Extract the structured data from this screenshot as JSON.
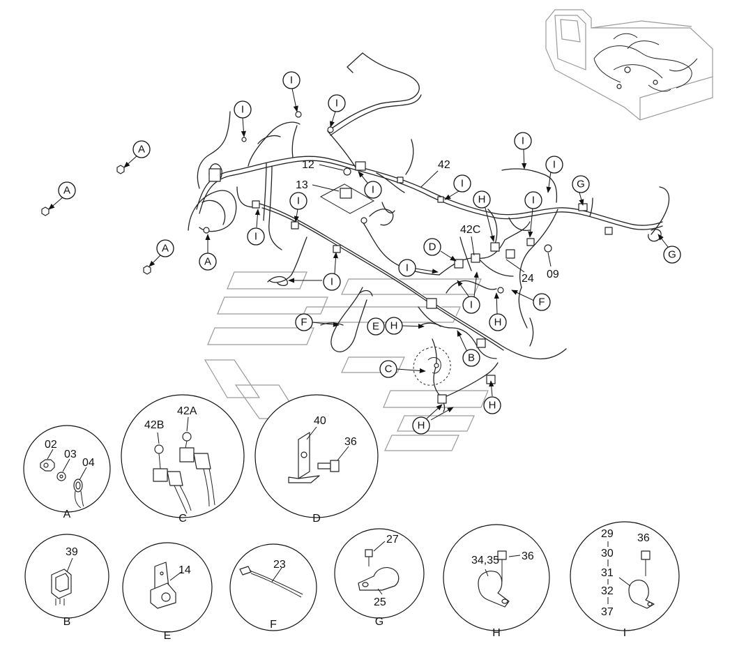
{
  "callouts": [
    {
      "id": "c1",
      "label": "A"
    },
    {
      "id": "c2",
      "label": "A"
    },
    {
      "id": "c3",
      "label": "A"
    },
    {
      "id": "c4",
      "label": "A"
    },
    {
      "id": "c5",
      "label": "I"
    },
    {
      "id": "c6",
      "label": "I"
    },
    {
      "id": "c7",
      "label": "I"
    },
    {
      "id": "c8",
      "label": "I"
    },
    {
      "id": "c9",
      "label": "I"
    },
    {
      "id": "c10",
      "label": "I"
    },
    {
      "id": "c11",
      "label": "I"
    },
    {
      "id": "c12",
      "label": "I"
    },
    {
      "id": "c13",
      "label": "I"
    },
    {
      "id": "c14",
      "label": "I"
    },
    {
      "id": "c15",
      "label": "I"
    },
    {
      "id": "c16",
      "label": "I"
    },
    {
      "id": "c17",
      "label": "G"
    },
    {
      "id": "c18",
      "label": "G"
    },
    {
      "id": "c19",
      "label": "H"
    },
    {
      "id": "c20",
      "label": "D"
    },
    {
      "id": "c21",
      "label": "F"
    },
    {
      "id": "c22",
      "label": "H"
    },
    {
      "id": "c23",
      "label": "F"
    },
    {
      "id": "c24",
      "label": "E"
    },
    {
      "id": "c25",
      "label": "H"
    },
    {
      "id": "c26",
      "label": "B"
    },
    {
      "id": "c27",
      "label": "C"
    },
    {
      "id": "c28",
      "label": "H"
    },
    {
      "id": "c29",
      "label": "H"
    }
  ],
  "part_numbers": {
    "p12": "12",
    "p13": "13",
    "p42": "42",
    "p42c": "42C",
    "p09": "09",
    "p24": "24"
  },
  "details": [
    {
      "id": "A",
      "caption": "A",
      "parts": [
        "02",
        "03",
        "04"
      ]
    },
    {
      "id": "C",
      "caption": "C",
      "parts": [
        "42B",
        "42A"
      ]
    },
    {
      "id": "D",
      "caption": "D",
      "parts": [
        "40",
        "36"
      ]
    },
    {
      "id": "B",
      "caption": "B",
      "parts": [
        "39"
      ]
    },
    {
      "id": "E",
      "caption": "E",
      "parts": [
        "14"
      ]
    },
    {
      "id": "F",
      "caption": "F",
      "parts": [
        "23"
      ]
    },
    {
      "id": "G",
      "caption": "G",
      "parts": [
        "27",
        "25"
      ]
    },
    {
      "id": "H",
      "caption": "H",
      "parts": [
        "34,35",
        "36"
      ]
    },
    {
      "id": "I",
      "caption": "I",
      "parts": [
        "29",
        "30",
        "31",
        "32",
        "37",
        "36"
      ]
    }
  ]
}
